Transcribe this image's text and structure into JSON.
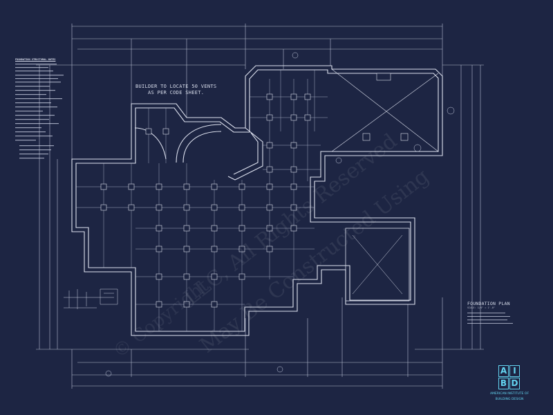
{
  "drawing": {
    "builder_note_line1": "BUILDER TO LOCATE 50 VENTS",
    "builder_note_line2": "AS PER CODE SHEET.",
    "plan_title": "FOUNDATION PLAN",
    "plan_scale": "SCALE: 1/4\" = 1'-0\"",
    "structural_notes_title": "FOUNDATION STRUCTURAL NOTES"
  },
  "logo": {
    "letters": [
      "A",
      "I",
      "B",
      "D"
    ],
    "line1": "AMERICAN INSTITUTE OF",
    "line2": "BUILDING DESIGN",
    "color": "#63d4f0"
  },
  "watermark": {
    "line1": "LLC, All Rights Reserved",
    "line2": "May Be Constructed Using",
    "line3": "© Copyright"
  },
  "colors": {
    "background": "#1d2543",
    "linework": "#c9cfe2"
  }
}
